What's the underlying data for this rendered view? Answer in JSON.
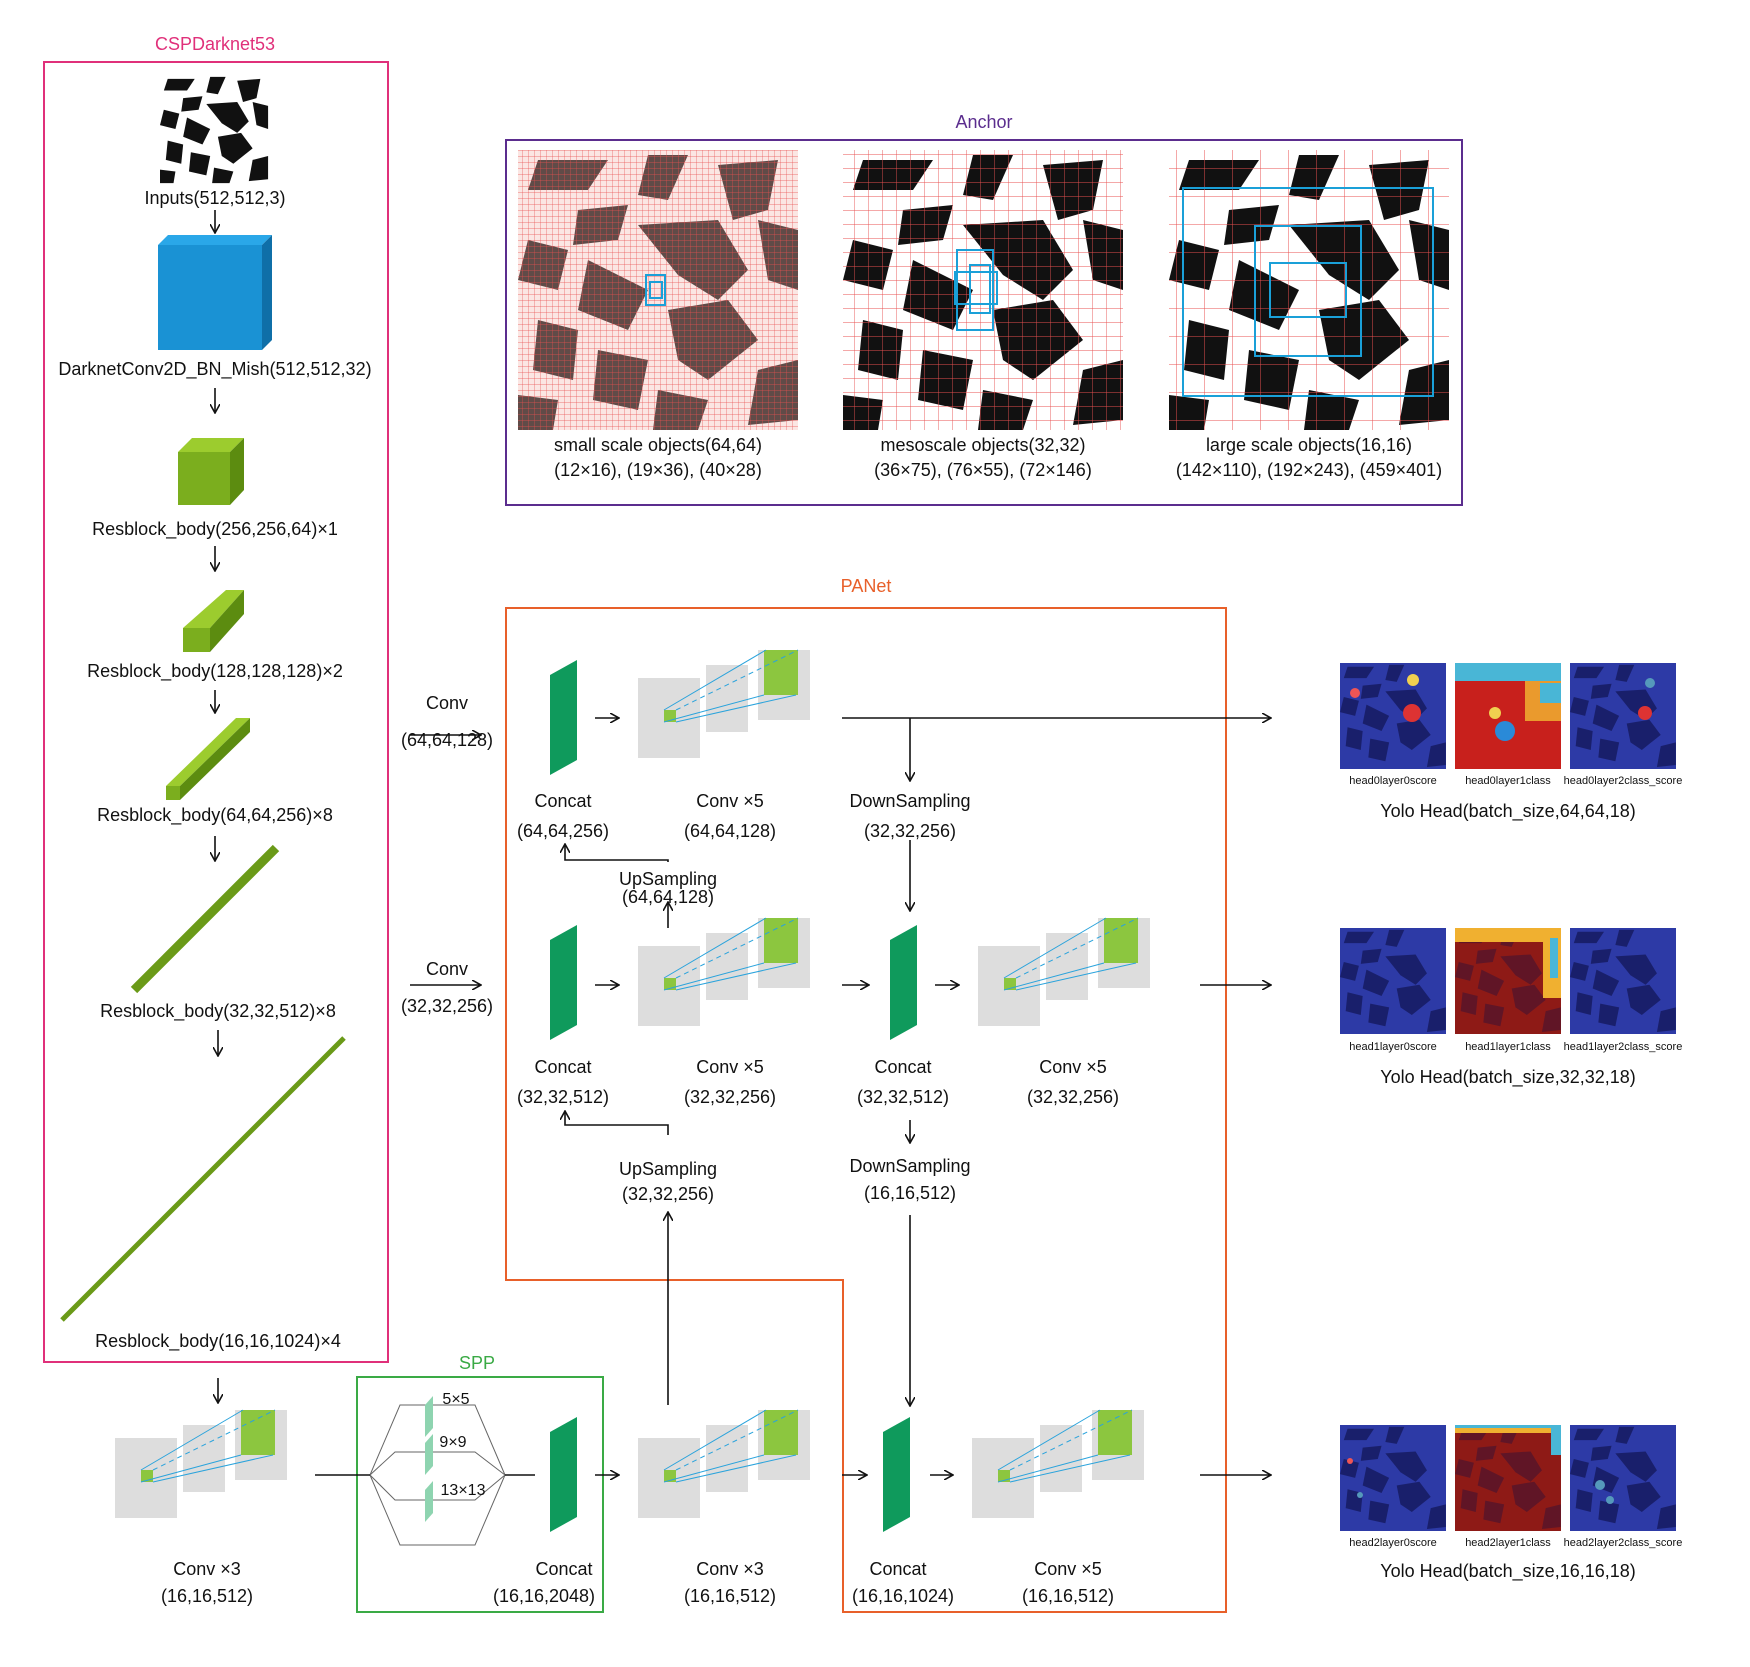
{
  "colors": {
    "cspdarknet_frame": "#e0307a",
    "panet_frame": "#e8602a",
    "anchor_frame": "#5b2d8e",
    "spp_frame": "#3aaa45",
    "conv_cube": "#1a92d4",
    "resblock": "#7bae1e",
    "concat": "#0f9a5c",
    "anchor_box": "#1aa0d8",
    "grid": "#e85050"
  },
  "cspdarknet": {
    "title": "CSPDarknet53",
    "input": "Inputs(512,512,3)",
    "conv": "DarknetConv2D_BN_Mish(512,512,32)",
    "res1": "Resblock_body(256,256,64)×1",
    "res2": "Resblock_body(128,128,128)×2",
    "res3": "Resblock_body(64,64,256)×8",
    "res4": "Resblock_body(32,32,512)×8",
    "res5": "Resblock_body(16,16,1024)×4"
  },
  "anchor": {
    "title": "Anchor",
    "panels": [
      {
        "name": "small scale objects(64,64)",
        "sizes": "(12×16), (19×36), (40×28)"
      },
      {
        "name": "mesoscale objects(32,32)",
        "sizes": "(36×75), (76×55), (72×146)"
      },
      {
        "name": "large scale objects(16,16)",
        "sizes": "(142×110), (192×243), (459×401)"
      }
    ]
  },
  "panet": {
    "title": "PANet",
    "conv_top": "Conv",
    "conv_top_dim": "(64,64,128)",
    "conv_mid": "Conv",
    "conv_mid_dim": "(32,32,256)",
    "concat_1": "Concat",
    "concat_1_dim": "(64,64,256)",
    "convx5_1": "Conv ×5",
    "convx5_1_dim": "(64,64,128)",
    "down_1": "DownSampling",
    "down_1_dim": "(32,32,256)",
    "up_1": "UpSampling",
    "up_1_dim": "(64,64,128)",
    "concat_2": "Concat",
    "concat_2_dim": "(32,32,512)",
    "convx5_2": "Conv ×5",
    "convx5_2_dim": "(32,32,256)",
    "concat_3": "Concat",
    "concat_3_dim": "(32,32,512)",
    "convx5_3": "Conv ×5",
    "convx5_3_dim": "(32,32,256)",
    "up_2": "UpSampling",
    "up_2_dim": "(32,32,256)",
    "down_2": "DownSampling",
    "down_2_dim": "(16,16,512)",
    "concat_4": "Concat",
    "concat_4_dim": "(16,16,1024)",
    "convx5_4": "Conv ×5",
    "convx5_4_dim": "(16,16,512)"
  },
  "bottom": {
    "conv3_a": "Conv ×3",
    "conv3_a_dim": "(16,16,512)",
    "conv3_b": "Conv ×3",
    "conv3_b_dim": "(16,16,512)"
  },
  "spp": {
    "title": "SPP",
    "pool1": "5×5",
    "pool2": "9×9",
    "pool3": "13×13",
    "concat": "Concat",
    "concat_dim": "(16,16,2048)"
  },
  "heads": [
    {
      "labels": [
        "head0layer0score",
        "head0layer1class",
        "head0layer2class_score"
      ],
      "title": "Yolo Head(batch_size,64,64,18)"
    },
    {
      "labels": [
        "head1layer0score",
        "head1layer1class",
        "head1layer2class_score"
      ],
      "title": "Yolo Head(batch_size,32,32,18)"
    },
    {
      "labels": [
        "head2layer0score",
        "head2layer1class",
        "head2layer2class_score"
      ],
      "title": "Yolo Head(batch_size,16,16,18)"
    }
  ]
}
